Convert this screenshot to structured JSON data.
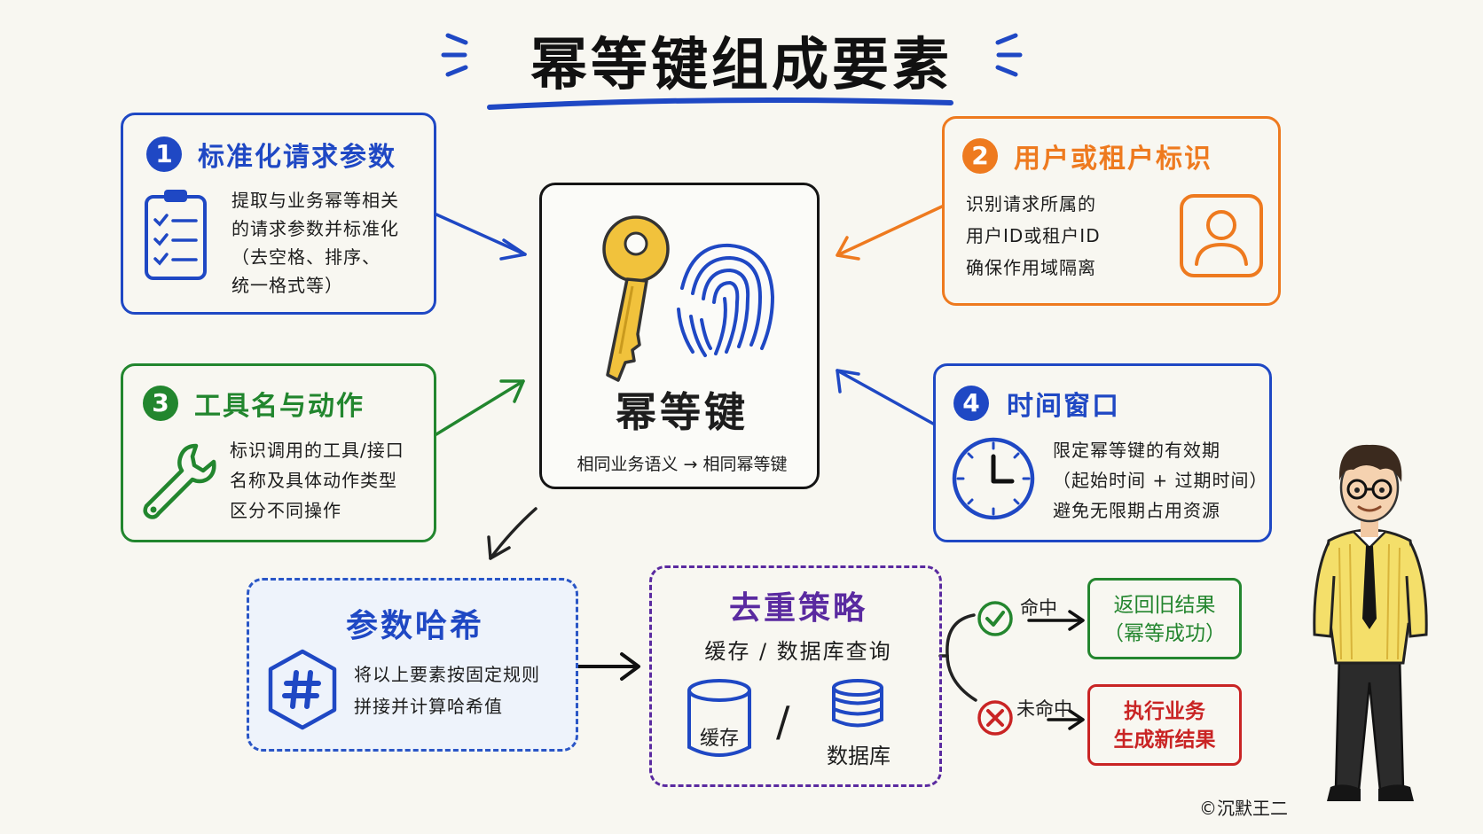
{
  "title": "幂等键组成要素",
  "colors": {
    "blue": "#1f48c4",
    "orange": "#ee7a1f",
    "green": "#22862e",
    "purple": "#5a2aa0",
    "red": "#c92424",
    "gold": "#f1c23c"
  },
  "cards": {
    "params": {
      "number": "1",
      "title": "标准化请求参数",
      "icon": "clipboard-checklist-icon",
      "lines": [
        "提取与业务幂等相关",
        "的请求参数并标准化",
        "（去空格、排序、",
        "统一格式等）"
      ]
    },
    "user": {
      "number": "2",
      "title": "用户或租户标识",
      "icon": "user-icon",
      "lines": [
        "识别请求所属的",
        "用户ID或租户ID",
        "确保作用域隔离"
      ]
    },
    "tool": {
      "number": "3",
      "title": "工具名与动作",
      "icon": "wrench-icon",
      "lines": [
        "标识调用的工具/接口",
        "名称及具体动作类型",
        "区分不同操作"
      ]
    },
    "time": {
      "number": "4",
      "title": "时间窗口",
      "icon": "clock-icon",
      "lines": [
        "限定幂等键的有效期",
        "（起始时间 + 过期时间）",
        "避免无限期占用资源"
      ]
    }
  },
  "center": {
    "title": "幂等键",
    "subtitle": "相同业务语义 → 相同幂等键",
    "icons": [
      "key-icon",
      "fingerprint-icon"
    ]
  },
  "hash": {
    "title": "参数哈希",
    "icon": "hash-icon",
    "lines": [
      "将以上要素按固定规则",
      "拼接并计算哈希值"
    ]
  },
  "dedup": {
    "title": "去重策略",
    "subtitle": "缓存 / 数据库查询",
    "cache_label": "缓存",
    "slash": "/",
    "db_label": "数据库",
    "icons": [
      "cache-icon",
      "database-icon"
    ]
  },
  "branches": {
    "hit": {
      "label": "命中",
      "icon": "check-circle-icon",
      "result": [
        "返回旧结果",
        "（幂等成功）"
      ]
    },
    "miss": {
      "label": "未命中",
      "icon": "x-circle-icon",
      "result": [
        "执行业务",
        "生成新结果"
      ]
    }
  },
  "credit": "©沉默王二"
}
